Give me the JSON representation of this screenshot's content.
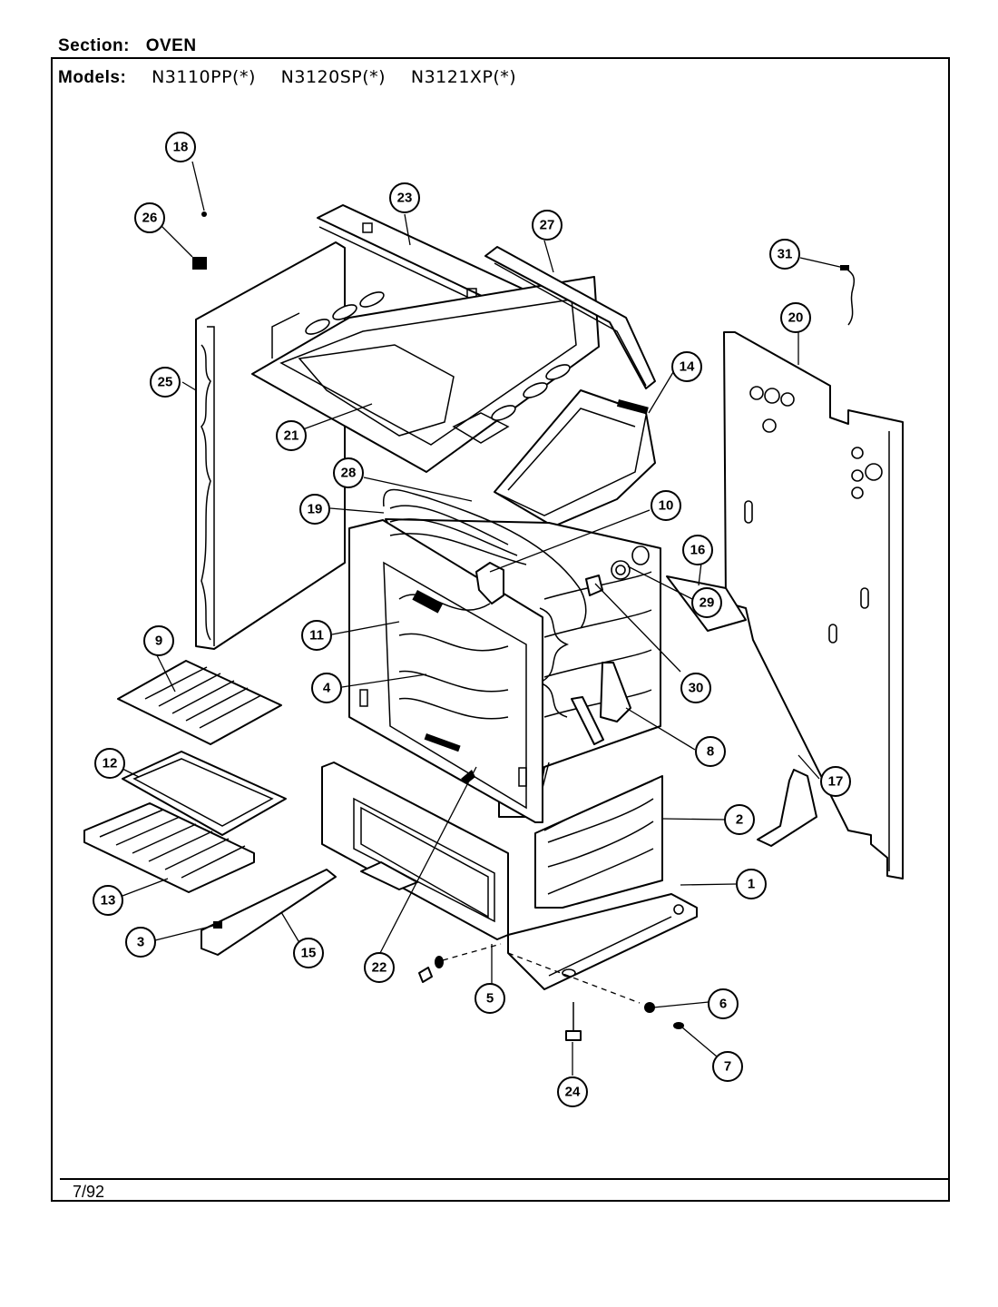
{
  "header": {
    "section_label": "Section:",
    "section_value": "OVEN",
    "models_label": "Models:",
    "models": [
      "N3110PP(*)",
      "N3120SP(*)",
      "N3121XP(*)"
    ]
  },
  "footer": {
    "date": "7/92"
  },
  "callouts": {
    "c1": "1",
    "c2": "2",
    "c3": "3",
    "c4": "4",
    "c5": "5",
    "c6": "6",
    "c7": "7",
    "c8": "8",
    "c9": "9",
    "c10": "10",
    "c11": "11",
    "c12": "12",
    "c13": "13",
    "c14": "14",
    "c15": "15",
    "c16": "16",
    "c17": "17",
    "c18": "18",
    "c19": "19",
    "c20": "20",
    "c21": "21",
    "c22": "22",
    "c23": "23",
    "c24": "24",
    "c25": "25",
    "c26": "26",
    "c27": "27",
    "c28": "28",
    "c29": "29",
    "c30": "30",
    "c31": "31"
  }
}
